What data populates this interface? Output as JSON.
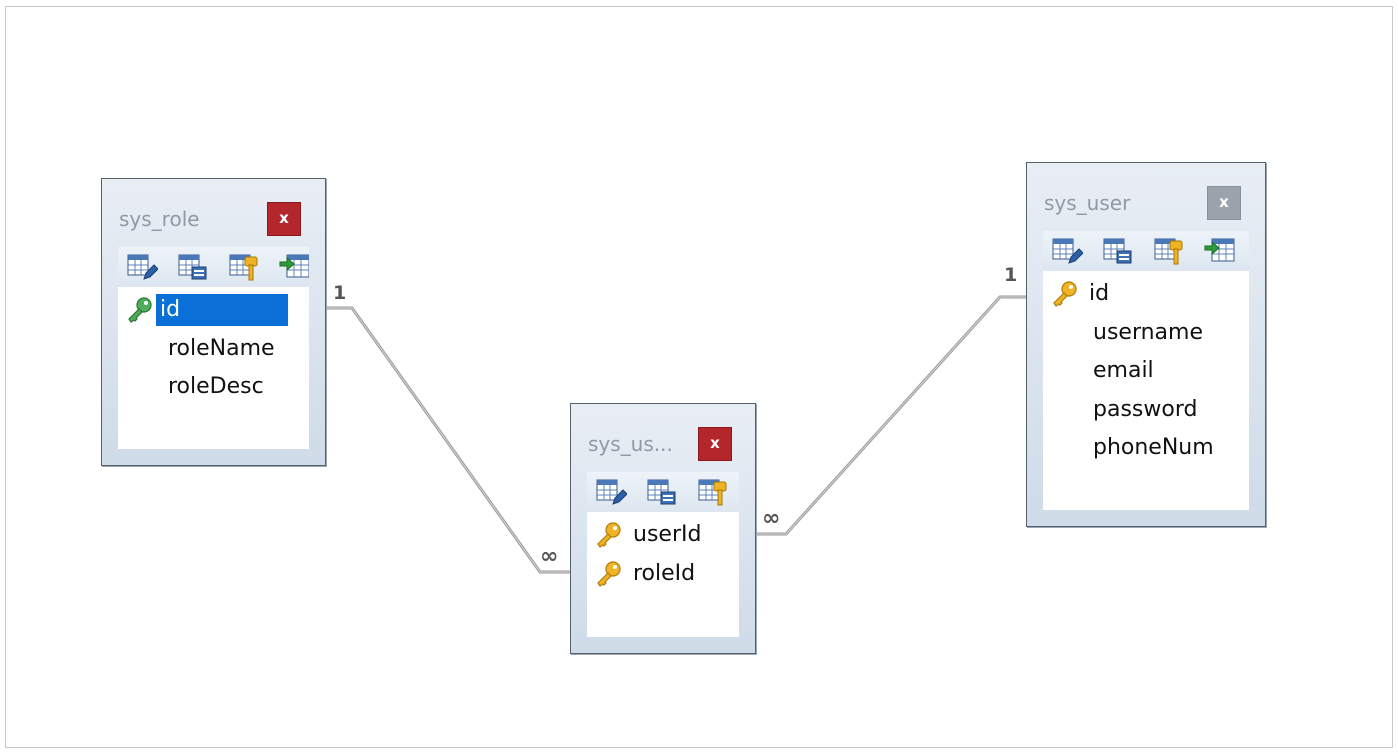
{
  "tables": {
    "sys_role": {
      "title": "sys_role",
      "close_label": "x",
      "fields": [
        {
          "name": "id",
          "key": "primary",
          "selected": true
        },
        {
          "name": "roleName",
          "key": "none"
        },
        {
          "name": "roleDesc",
          "key": "none"
        }
      ]
    },
    "sys_user_role": {
      "title": "sys_us...",
      "close_label": "x",
      "fields": [
        {
          "name": "userId",
          "key": "foreign"
        },
        {
          "name": "roleId",
          "key": "foreign"
        }
      ]
    },
    "sys_user": {
      "title": "sys_user",
      "close_label": "x",
      "fields": [
        {
          "name": "id",
          "key": "foreign"
        },
        {
          "name": "username",
          "key": "none"
        },
        {
          "name": "email",
          "key": "none"
        },
        {
          "name": "password",
          "key": "none"
        },
        {
          "name": "phoneNum",
          "key": "none"
        }
      ]
    }
  },
  "relationships": {
    "role_to_userrole": {
      "from_label": "1",
      "to_label": "∞"
    },
    "user_to_userrole": {
      "from_label": "1",
      "to_label": "∞"
    }
  },
  "colors": {
    "close_active": "#b3272c",
    "close_inactive": "#9aa3ac",
    "selection": "#0a6fd6",
    "primary_key": "#3d9b4a",
    "foreign_key": "#e2a812",
    "link_line": "#9a9a9a"
  }
}
